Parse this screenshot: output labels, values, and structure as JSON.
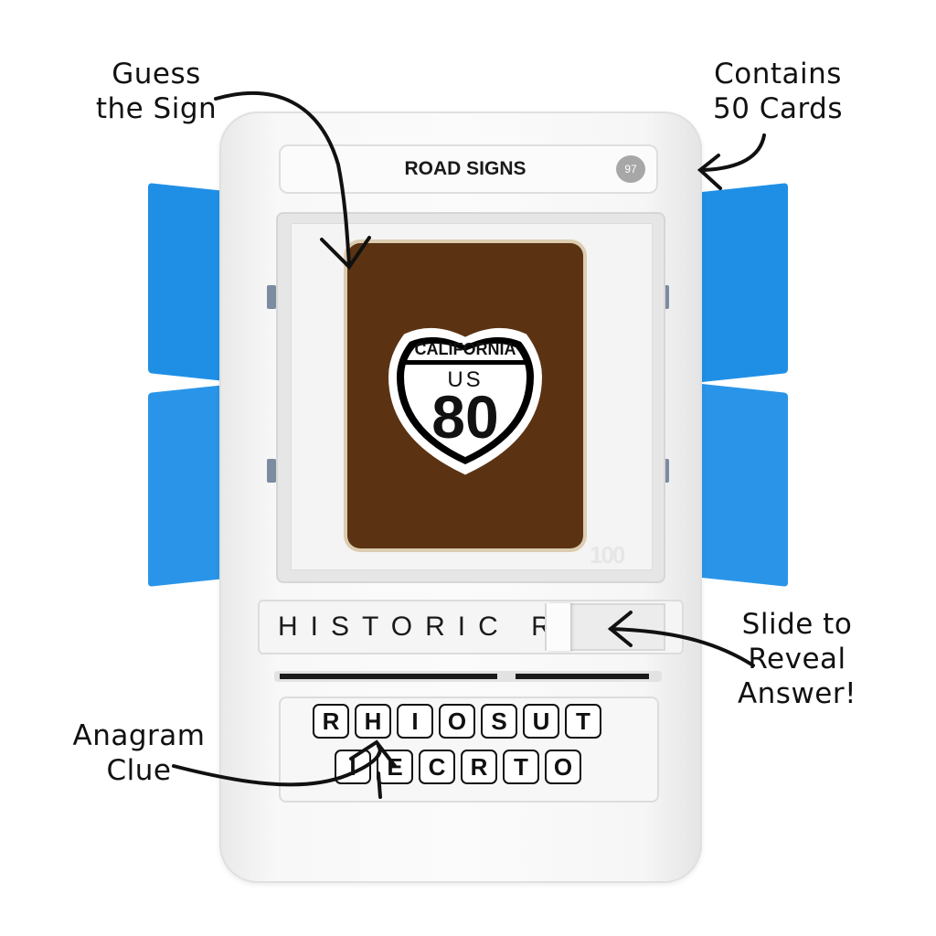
{
  "annotations": {
    "guess_sign": "Guess\nthe Sign",
    "contains_cards": "Contains\n50 Cards",
    "slide_reveal": "Slide to\nReveal\nAnswer!",
    "anagram_clue": "Anagram\nClue"
  },
  "card": {
    "category": "ROAD SIGNS",
    "number": "97",
    "sign_state": "CALIFORNIA",
    "sign_route": "US",
    "sign_number": "80",
    "brand": "100"
  },
  "answer": {
    "revealed_text": "HISTORIC R"
  },
  "anagram": {
    "row1": [
      "R",
      "H",
      "I",
      "O",
      "S",
      "U",
      "T"
    ],
    "row2": [
      "I",
      "E",
      "C",
      "R",
      "T",
      "O"
    ]
  },
  "colors": {
    "door_blue": "#1f8fe6",
    "card_brown": "#5b3313",
    "badge_gray": "#a7a7a7"
  }
}
